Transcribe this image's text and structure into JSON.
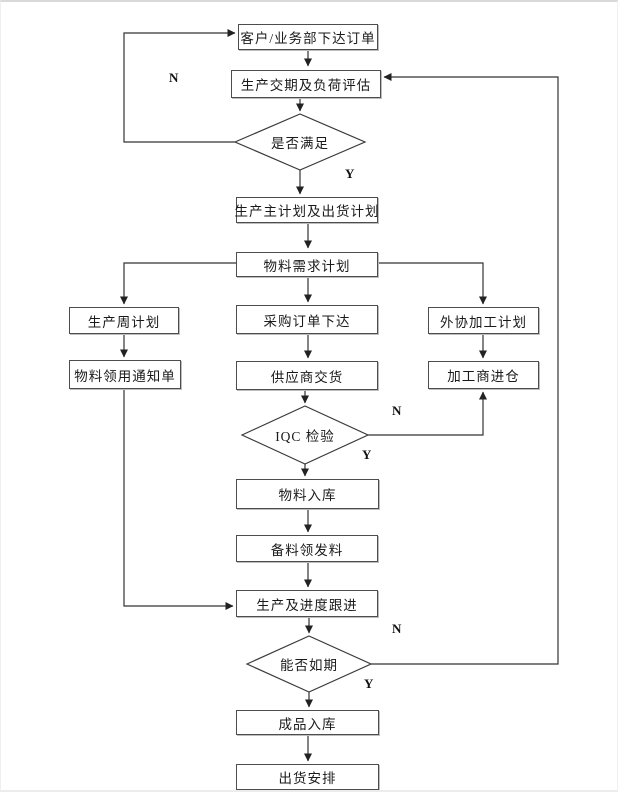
{
  "flowchart": {
    "nodes": {
      "customer_order": "客户/业务部下达订单",
      "delivery_load_eval": "生产交期及负荷评估",
      "satisfied": "是否满足",
      "master_plan": "生产主计划及出货计划",
      "mrp": "物料需求计划",
      "weekly_plan": "生产周计划",
      "purchase_order": "采购订单下达",
      "outsourcing_plan": "外协加工计划",
      "material_notice": "物料领用通知单",
      "supplier_delivery": "供应商交货",
      "processor_warehouse": "加工商进仓",
      "iqc_check": "IQC 检验",
      "material_in": "物料入库",
      "material_issue": "备料领发料",
      "production_follow": "生产及进度跟进",
      "on_schedule": "能否如期",
      "finished_in": "成品入库",
      "shipment": "出货安排"
    },
    "labels": {
      "satisfied_no": "N",
      "satisfied_yes": "Y",
      "iqc_no": "N",
      "iqc_yes": "Y",
      "schedule_no": "N",
      "schedule_yes": "Y"
    },
    "colors": {
      "line": "#333333",
      "box_border": "#4d4d4d",
      "box_fill": "#ffffff",
      "text": "#1a1a1a"
    }
  }
}
